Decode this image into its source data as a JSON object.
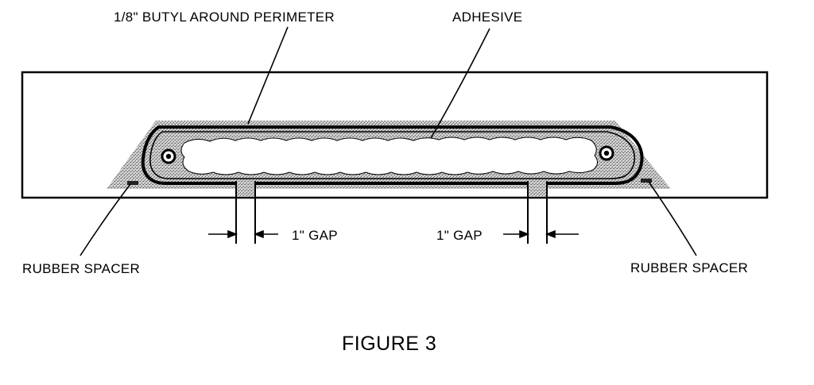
{
  "labels": {
    "butyl": "1/8\" BUTYL AROUND PERIMETER",
    "adhesive": "ADHESIVE",
    "gap_left": "1\" GAP",
    "gap_right": "1\" GAP",
    "spacer_left": "RUBBER SPACER",
    "spacer_right": "RUBBER SPACER",
    "figure": "FIGURE 3"
  },
  "colors": {
    "ink": "#000000",
    "stipple": "#9a9a9a",
    "paper": "#ffffff"
  }
}
